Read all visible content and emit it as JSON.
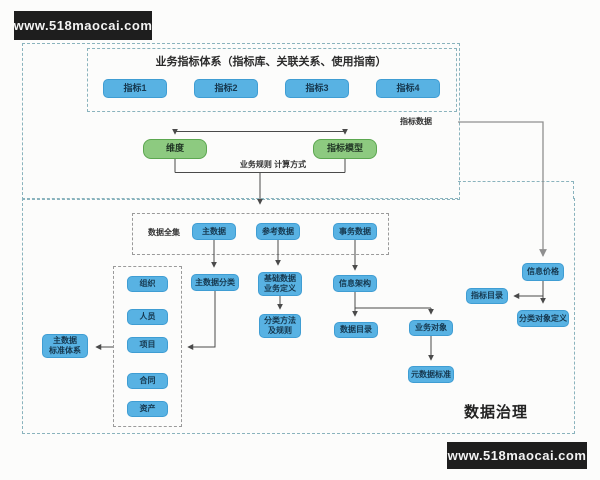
{
  "watermark_top": "www.518maocai.com",
  "watermark_bottom": "www.518maocai.com",
  "colors": {
    "node_blue": "#58b2e3",
    "node_blue_border": "#3f9dd3",
    "node_green": "#8dca80",
    "node_green_border": "#5ca750",
    "dash_teal": "#8ab3bd",
    "dash_gray": "#9a9a9a",
    "line_dark": "#4a4a4a",
    "line_gray": "#8f8f8f"
  },
  "indicator_system": {
    "title": "业务指标体系（指标库、关联关系、使用指南）",
    "indicators": [
      "指标1",
      "指标2",
      "指标3",
      "指标4"
    ],
    "dimension": "维度",
    "indicator_model": "指标模型",
    "rules_label": "业务规则  计算方式",
    "indicator_data_label": "指标数据"
  },
  "data_domain": {
    "dataset_label": "数据全集",
    "master_data": "主数据",
    "reference_data": "参考数据",
    "transaction_data": "事务数据",
    "master_data_classification": "主数据分类",
    "basic_data_business_definition": "基础数据\n业务定义",
    "information_architecture": "信息架构",
    "classification_method_rules": "分类方法\n及规则",
    "data_catalog": "数据目录",
    "business_object": "业务对象",
    "metadata_standard": "元数据标准",
    "master_entities": [
      "组织",
      "人员",
      "项目",
      "合同",
      "资产"
    ],
    "master_data_standard_system": "主数据\n标准体系"
  },
  "right_branch": {
    "information_price": "信息价格",
    "indicator_catalog": "指标目录",
    "classification_object_definition": "分类对象定义"
  },
  "governance_label": "数据治理"
}
